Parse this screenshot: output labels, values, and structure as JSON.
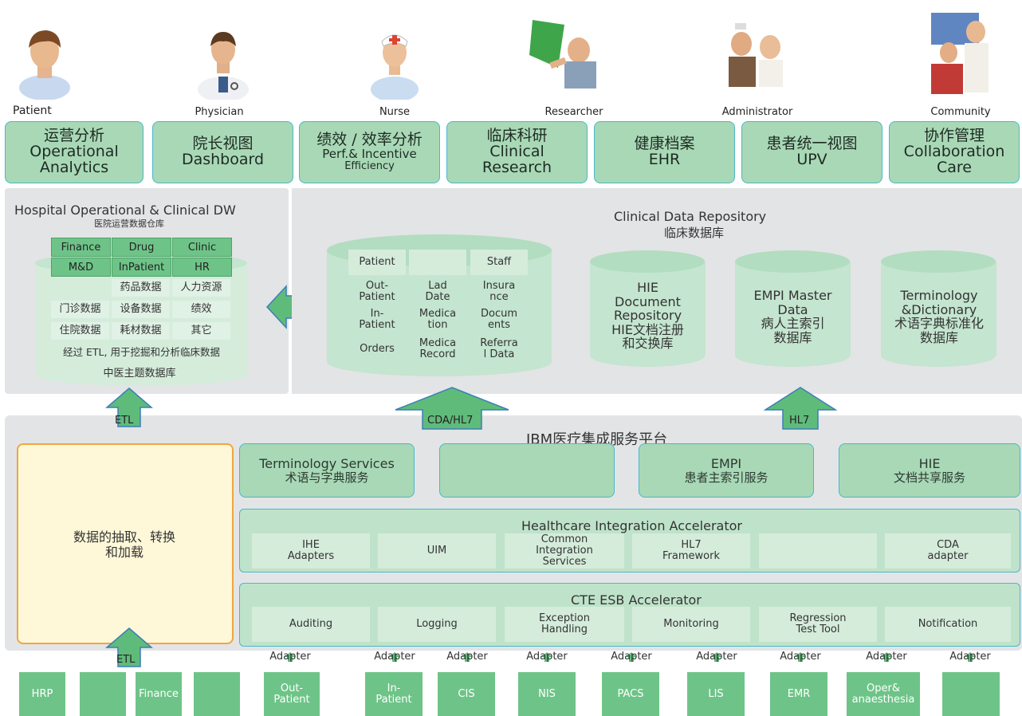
{
  "roles": [
    {
      "label": "Patient"
    },
    {
      "label": "Physician"
    },
    {
      "label": "Nurse"
    },
    {
      "label": "Researcher"
    },
    {
      "label": "Administrator"
    },
    {
      "label": "Community"
    }
  ],
  "apps": [
    {
      "l1": "运营分析",
      "l2": "Operational",
      "l3": "Analytics"
    },
    {
      "l1": "院长视图",
      "l2": "Dashboard",
      "l3": ""
    },
    {
      "l1": "绩效 / 效率分析",
      "l2": "Perf.& Incentive",
      "l3": "Efficiency"
    },
    {
      "l1": "临床科研",
      "l2": "Clinical",
      "l3": "Research"
    },
    {
      "l1": "健康档案",
      "l2": "EHR",
      "l3": ""
    },
    {
      "l1": "患者统一视图",
      "l2": "UPV",
      "l3": ""
    },
    {
      "l1": "协作管理",
      "l2": "Collaboration",
      "l3": "Care"
    }
  ],
  "dw": {
    "title": "Hospital Operational & Clinical DW",
    "subtitle": "医院运营数据仓库",
    "cubes_row1": [
      "Finance",
      "Drug",
      "Clinic"
    ],
    "cubes_row2": [
      "M&D",
      "InPatient",
      "HR"
    ],
    "rows": [
      [
        "",
        "药品数据",
        "人力资源"
      ],
      [
        "门诊数据",
        "设备数据",
        "绩效"
      ],
      [
        "住院数据",
        "耗材数据",
        "其它"
      ]
    ],
    "etl_note": "经过 ETL, 用于挖掘和分析临床数据",
    "tcm": "中医主题数据库"
  },
  "cdr": {
    "title": "Clinical Data Repository",
    "subtitle": "临床数据库",
    "grid": [
      [
        "Patient",
        "",
        "Staff"
      ],
      [
        "Out-\nPatient",
        "Lad\nDate",
        "Insura\nnce"
      ],
      [
        "In-\nPatient",
        "Medica\ntion",
        "Docum\nents"
      ],
      [
        "Orders",
        "Medica\nRecord",
        "Referra\nl Data"
      ]
    ],
    "cylinders": [
      {
        "text": "HIE\nDocument\nRepository\nHIE文档注册\n和交换库"
      },
      {
        "text": "EMPI Master\nData\n病人主索引\n数据库"
      },
      {
        "text": "Terminology\n&Dictionary\n术语字典标准化\n数据库"
      }
    ]
  },
  "arrows": {
    "etl_top": "ETL",
    "cda": "CDA/HL7",
    "hl7": "HL7",
    "etl_bottom": "ETL"
  },
  "platform": {
    "title": "IBM医疗集成服务平台",
    "etl_box": "数据的抽取、转换\n和加载",
    "services": [
      {
        "a": "Terminology Services",
        "b": "术语与字典服务"
      },
      {
        "a": "",
        "b": ""
      },
      {
        "a": "EMPI",
        "b": "患者主索引服务"
      },
      {
        "a": "HIE",
        "b": "文档共享服务"
      }
    ],
    "hia": {
      "title": "Healthcare Integration Accelerator",
      "items": [
        "IHE\nAdapters",
        "UIM",
        "Common\nIntegration\nServices",
        "HL7\nFramework",
        "",
        "CDA\nadapter"
      ]
    },
    "cte": {
      "title": "CTE ESB Accelerator",
      "items": [
        "Auditing",
        "Logging",
        "Exception\nHandling",
        "Monitoring",
        "Regression\nTest Tool",
        "Notification"
      ]
    }
  },
  "sources": [
    "HRP",
    "",
    "Finance",
    "",
    "Out-\nPatient",
    "In-\nPatient",
    "CIS",
    "NIS",
    "PACS",
    "LIS",
    "EMR",
    "Oper&\nanaesthesia",
    ""
  ],
  "adapter_label": "Adapter",
  "colors": {
    "green": "#6ec488",
    "light_green": "#a9d8b6",
    "border": "#4bb7c8",
    "panel": "#e3e4e6",
    "etl_box": "#fff8d8"
  }
}
